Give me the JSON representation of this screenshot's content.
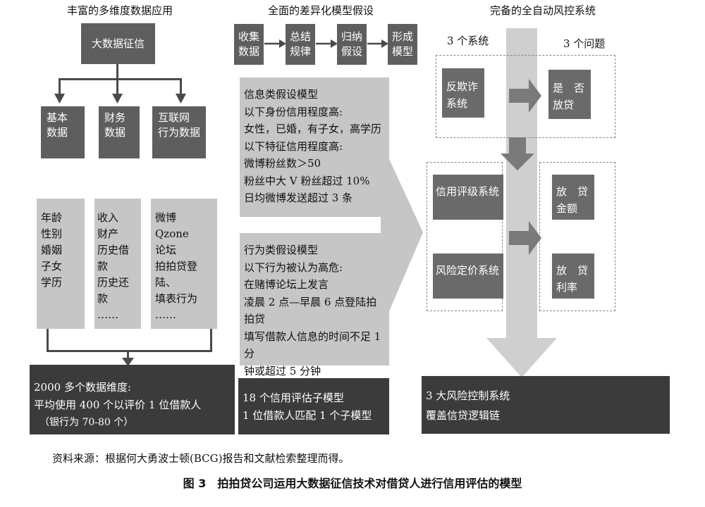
{
  "sections": {
    "left_title": "丰富的多维度数据应用",
    "mid_title": "全面的差异化模型假设",
    "right_title": "完备的全自动风控系统"
  },
  "left": {
    "top_box": "大数据征信",
    "cat1": [
      "基本",
      "数据"
    ],
    "cat2": [
      "财务",
      "数据"
    ],
    "cat3": [
      "互联网",
      "行为数据"
    ],
    "list1": [
      "年龄",
      "性别",
      "婚姻",
      "子女",
      "学历"
    ],
    "list2": [
      "收入",
      "财产",
      "历史借款",
      "历史还款",
      "……"
    ],
    "list3": [
      "微博",
      "Qzone",
      "论坛",
      "拍拍贷登陆、",
      "填表行为",
      "……"
    ],
    "bottom": [
      "2000 多个数据维度:",
      "平均使用 400 个以评价 1 位借款人",
      "（银行为 70-80 个）"
    ]
  },
  "mid": {
    "steps": [
      [
        "收集",
        "数据"
      ],
      [
        "总结",
        "规律"
      ],
      [
        "归纳",
        "假设"
      ],
      [
        "形成",
        "模型"
      ]
    ],
    "info_model": [
      "信息类假设模型",
      "以下身份信用程度高:",
      "女性，已婚，有子女，高学历",
      "以下特征信用程度高:",
      "微博粉丝数＞50",
      "粉丝中大 V 粉丝超过 10%",
      "日均微博发送超过 3 条"
    ],
    "behavior_model": [
      "行为类假设模型",
      "以下行为被认为高危:",
      "在赌博论坛上发言",
      "凌晨 2 点—早晨 6 点登陆拍拍贷",
      "填写借款人信息的时间不足 1 分",
      "钟或超过 5 分钟"
    ],
    "bottom": [
      "18 个信用评估子模型",
      "1 位借款人匹配 1 个子模型"
    ]
  },
  "right": {
    "systems_label": "3 个系统",
    "questions_label": "3 个问题",
    "anti_fraud": [
      "反欺诈",
      "系统"
    ],
    "loan_q": [
      "是　否",
      "放贷"
    ],
    "credit_rating": "信用评级系统",
    "risk_pricing": "风险定价系统",
    "amount_q": [
      "放　贷",
      "金额"
    ],
    "rate_q": [
      "放　贷",
      "利率"
    ],
    "bottom": [
      "3 大风险控制系统",
      "覆盖信贷逻辑链"
    ]
  },
  "footer": {
    "source": "资料来源：根据何大勇波士顿(BCG)报告和文献检索整理而得。",
    "caption": "图 3　拍拍贷公司运用大数据征信技术对借贷人进行信用评估的模型"
  }
}
